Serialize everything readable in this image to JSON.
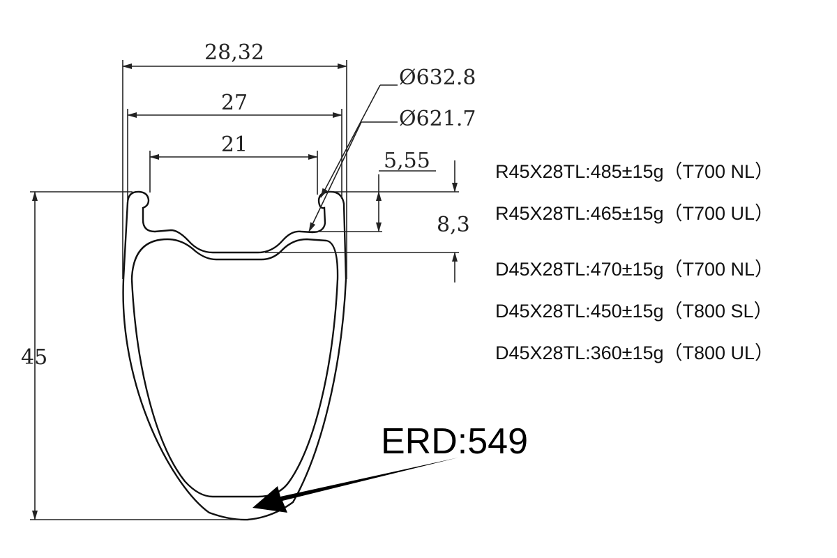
{
  "dimensions": {
    "outer_width": "28,32",
    "bead_width": "27",
    "inner_width": "21",
    "diameter_outer": "Ø632.8",
    "diameter_inner": "Ø621.7",
    "hook_height": "5,55",
    "bed_depth": "8,3",
    "rim_depth": "45"
  },
  "erd": "ERD:549",
  "specs": [
    "R45X28TL:485±15g（T700 NL）",
    "R45X28TL:465±15g（T700 UL）",
    "D45X28TL:470±15g（T700 NL）",
    "D45X28TL:450±15g（T800 SL）",
    "D45X28TL:360±15g（T800 UL）"
  ]
}
